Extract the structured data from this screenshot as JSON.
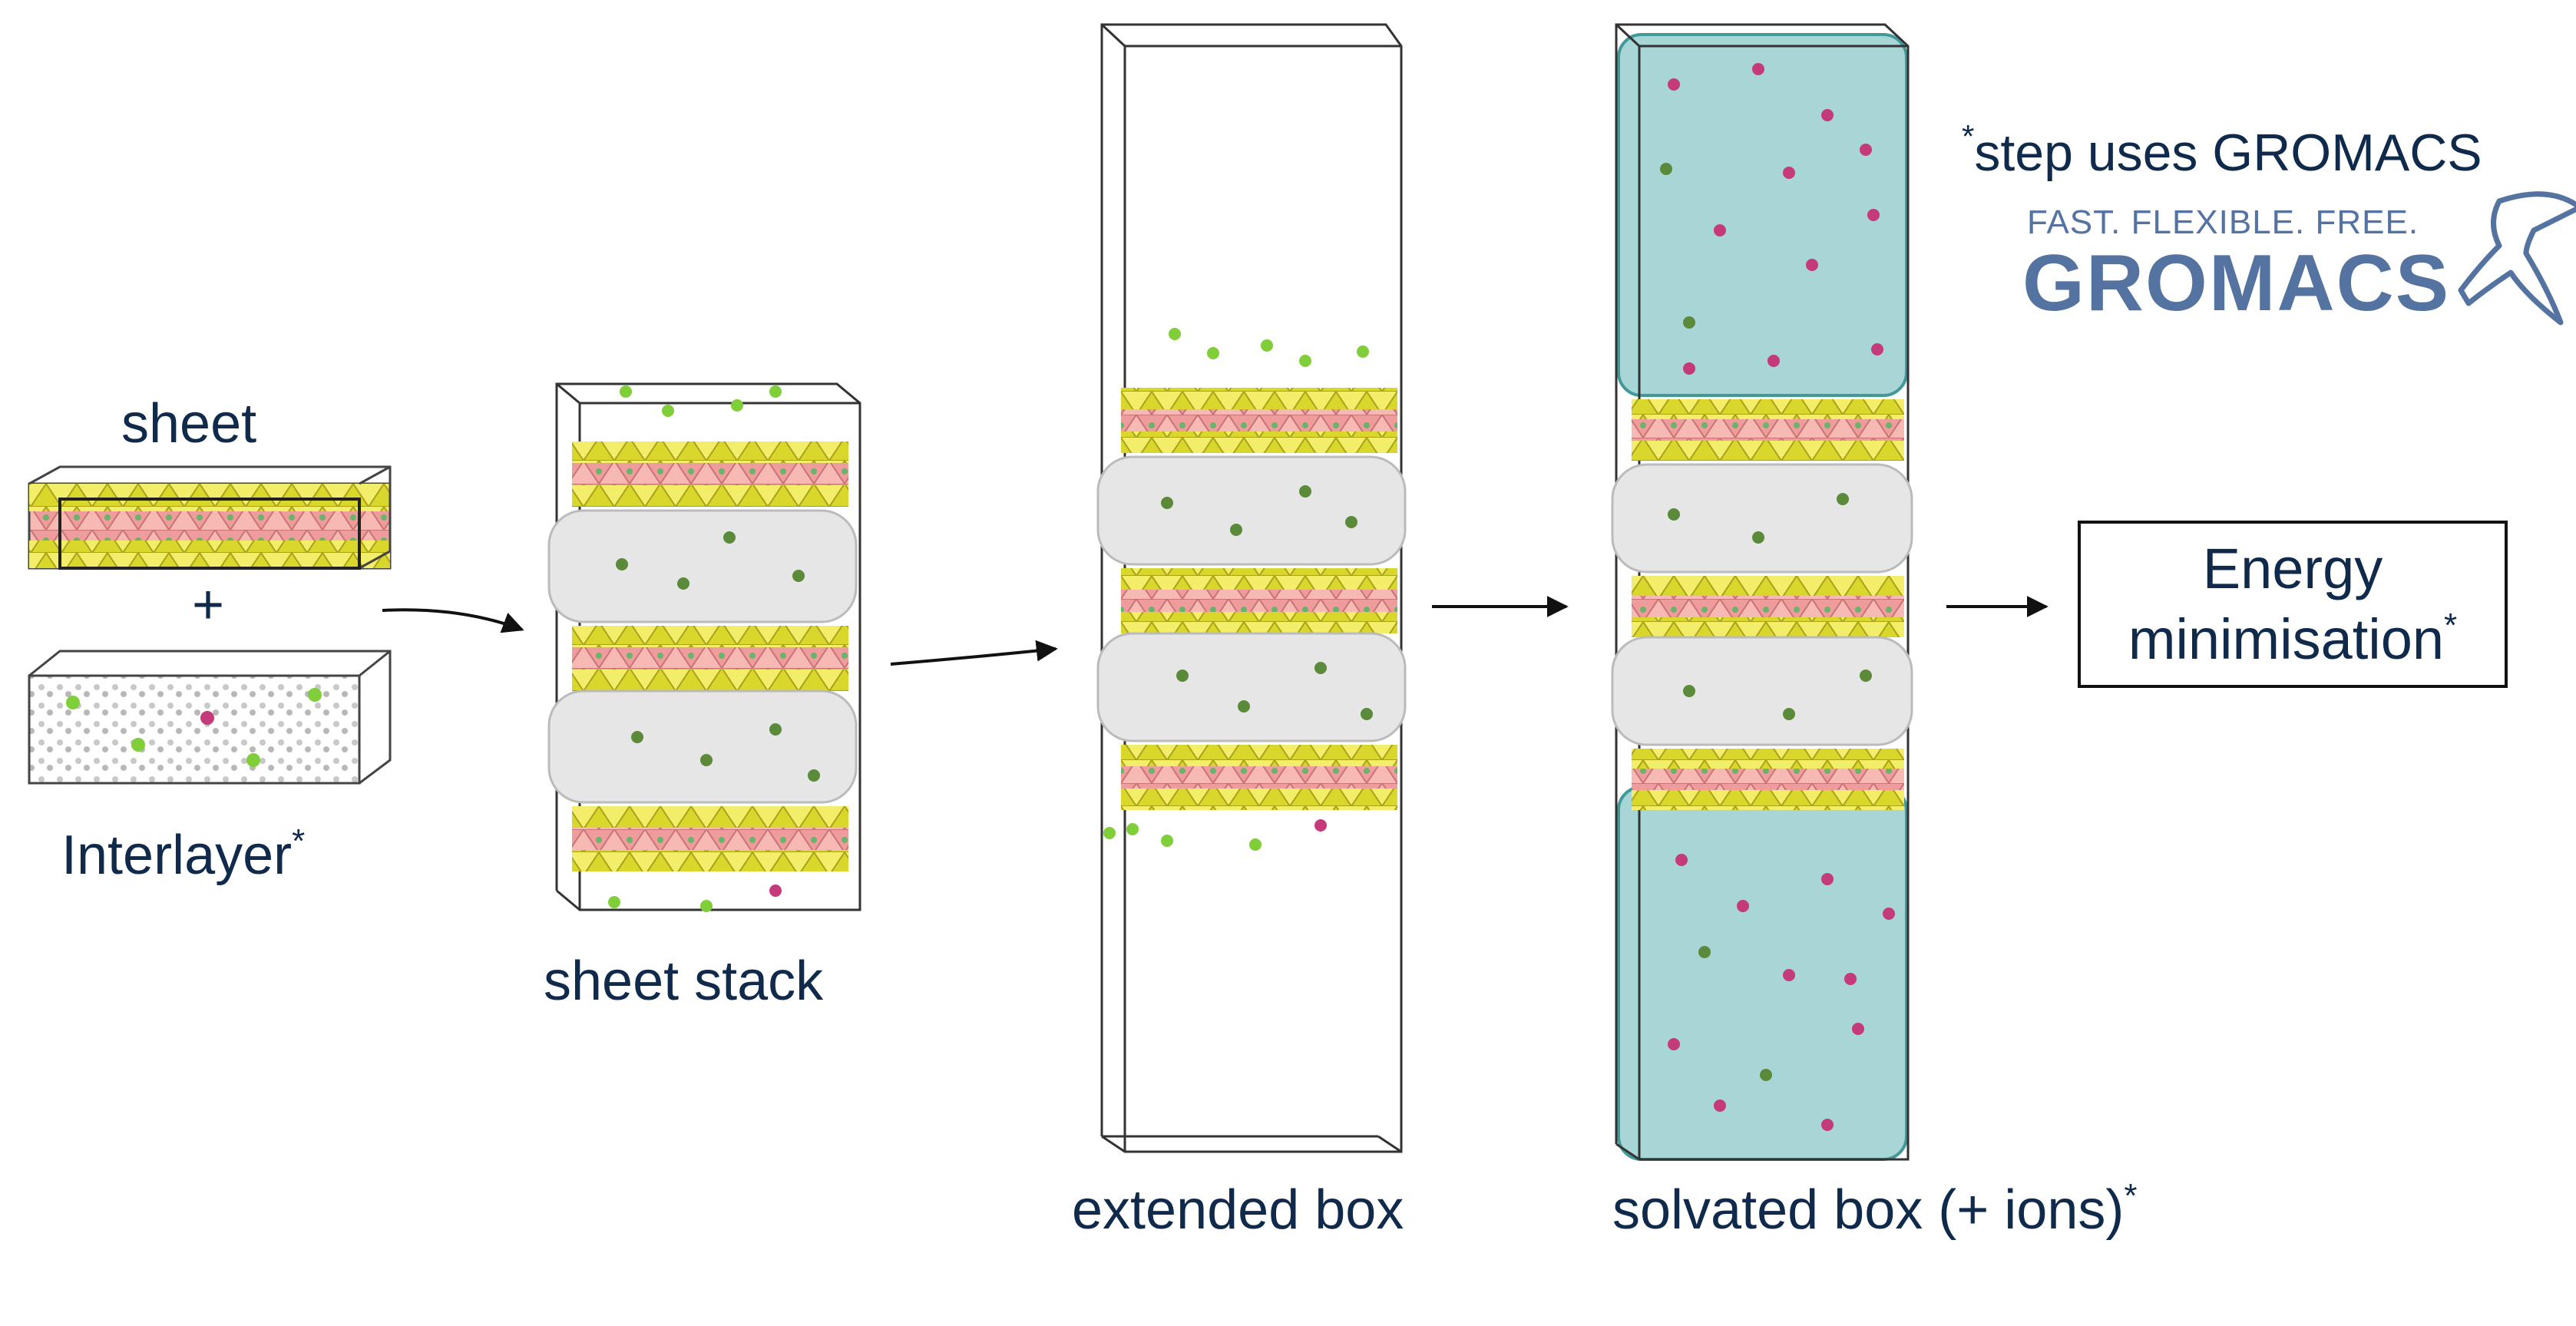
{
  "labels": {
    "sheet": "sheet",
    "plus": "+",
    "interlayer": "Interlayer",
    "sheet_stack": "sheet stack",
    "extended_box": "extended box",
    "solvated_box": "solvated box (+ ions)",
    "asterisk": "*"
  },
  "energy_box": {
    "line1": "Energy",
    "line2": "minimisation"
  },
  "gromacs": {
    "note": "step uses GROMACS",
    "tagline": "FAST.  FLEXIBLE.  FREE.",
    "wordmark": "GROMACS",
    "logo_icon": "swallow-bird-icon"
  },
  "colors": {
    "label_text": "#102a4c",
    "tetrahedra": "#d9d62c",
    "octahedra": "#ef9c9c",
    "green_ion": "#7fce3a",
    "dark_green_ion": "#5a8a3a",
    "magenta_ion": "#c43a7a",
    "water": "#2f8f8f",
    "interlayer_gas": "#dcdcdc",
    "box_edge": "#333333",
    "gromacs_blue": "#5473a0"
  }
}
